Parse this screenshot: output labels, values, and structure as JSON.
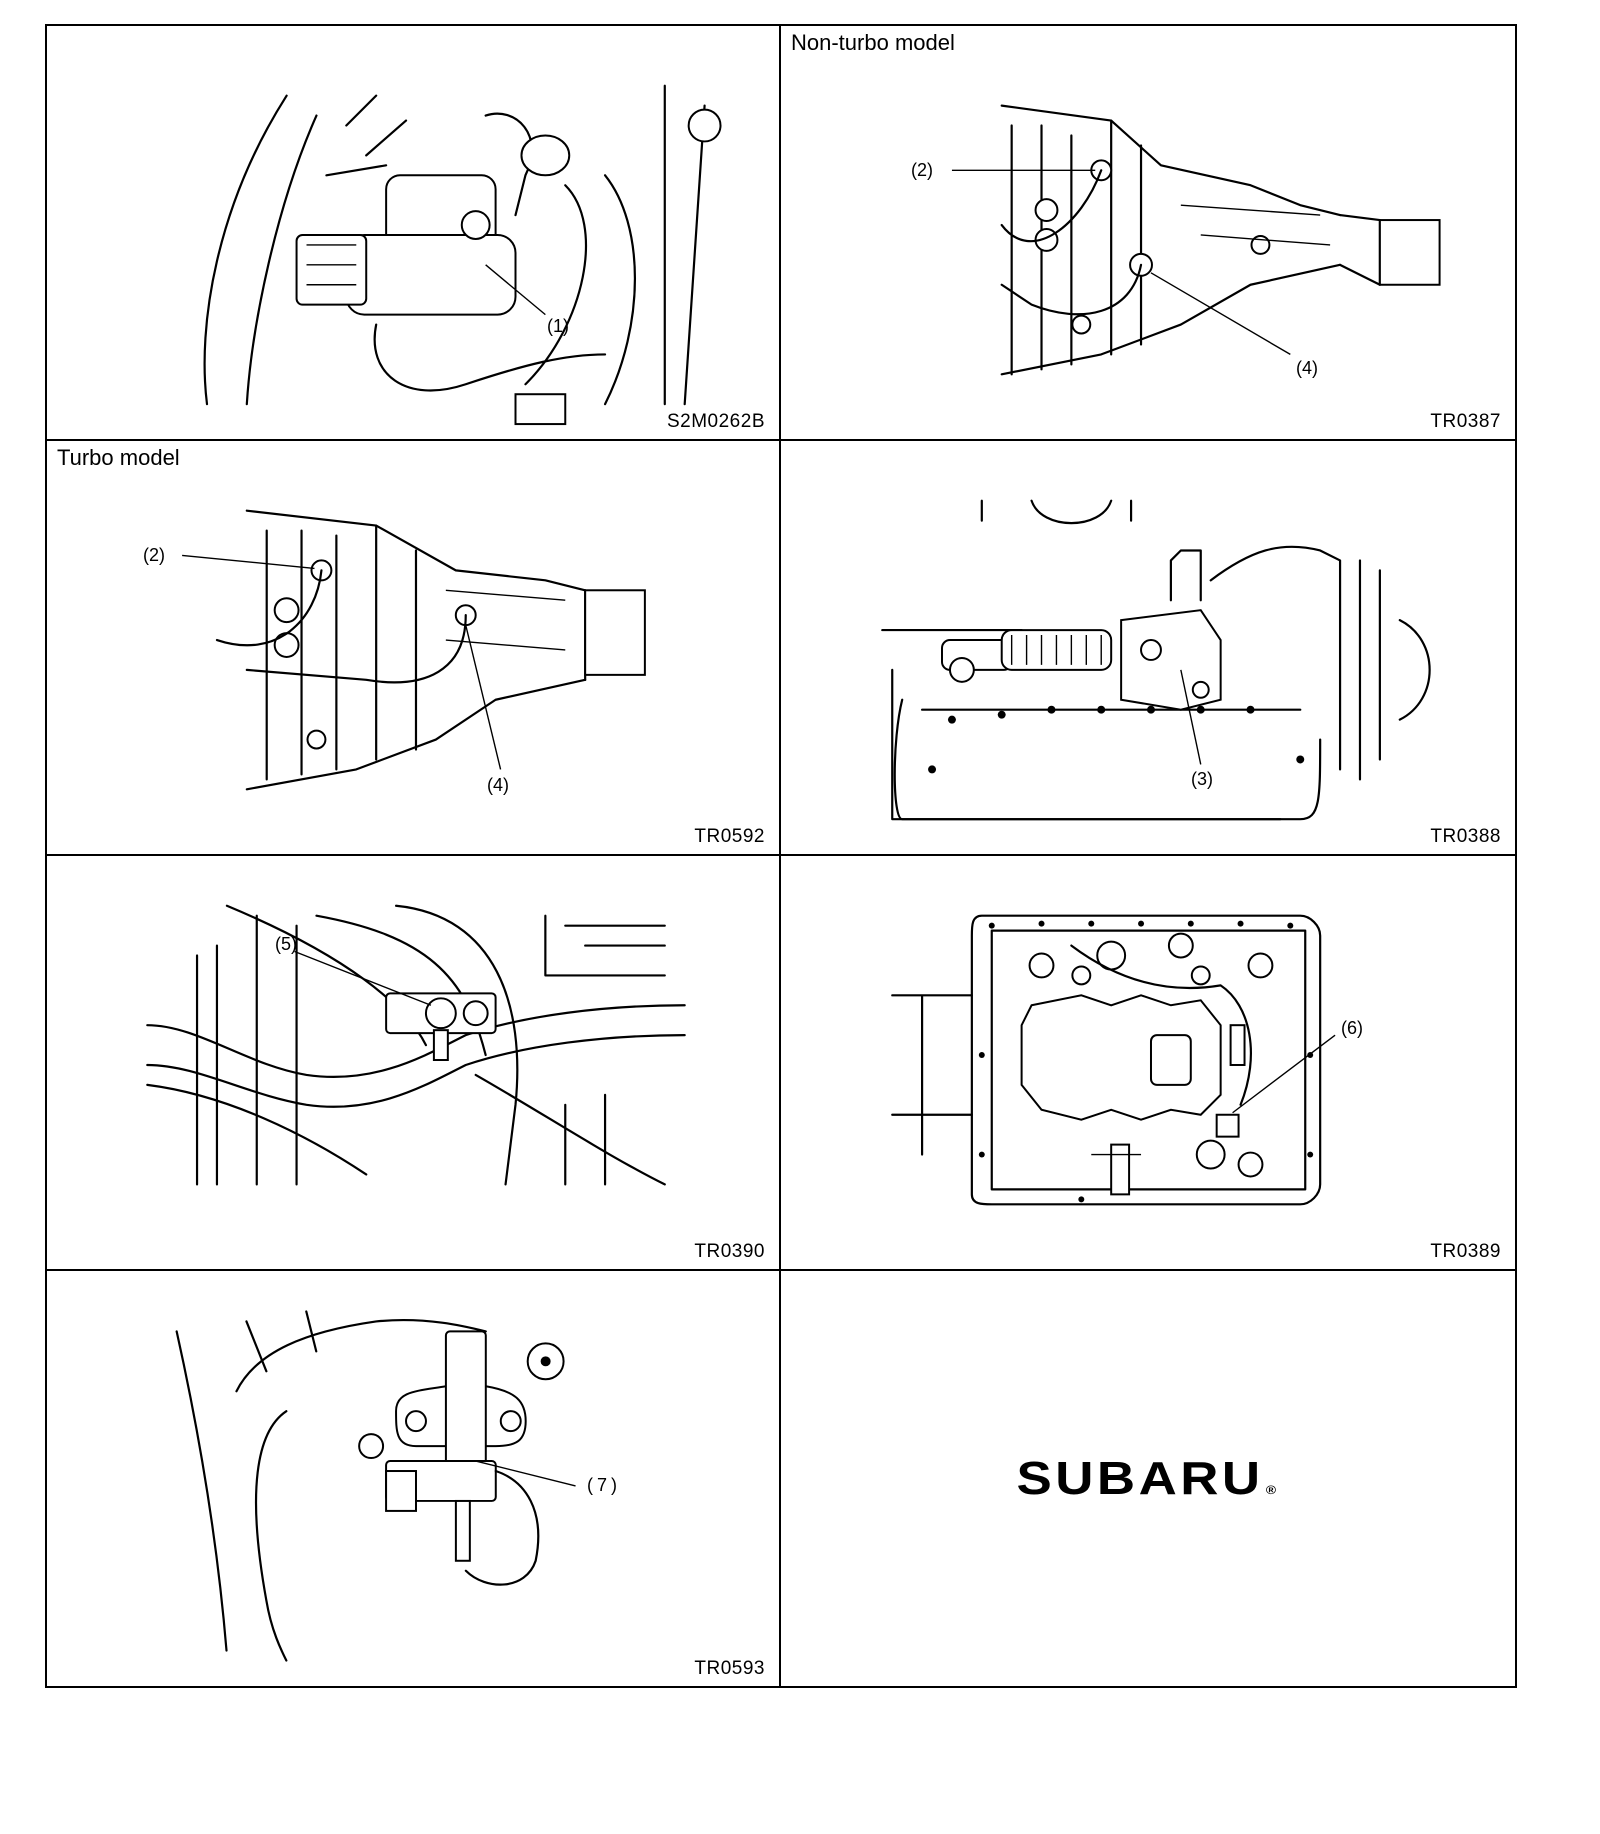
{
  "panels": [
    {
      "caption": "",
      "code": "S2M0262B",
      "callouts": [
        "(1)"
      ]
    },
    {
      "caption": "Non-turbo model",
      "code": "TR0387",
      "callouts": [
        "(2)",
        "(4)"
      ]
    },
    {
      "caption": "Turbo model",
      "code": "TR0592",
      "callouts": [
        "(2)",
        "(4)"
      ]
    },
    {
      "caption": "",
      "code": "TR0388",
      "callouts": [
        "(3)"
      ]
    },
    {
      "caption": "",
      "code": "TR0390",
      "callouts": [
        "(5)"
      ]
    },
    {
      "caption": "",
      "code": "TR0389",
      "callouts": [
        "(6)"
      ]
    },
    {
      "caption": "",
      "code": "TR0593",
      "callouts": [
        "(7)"
      ]
    }
  ],
  "logo": {
    "text": "SUBARU",
    "mark": "®"
  }
}
